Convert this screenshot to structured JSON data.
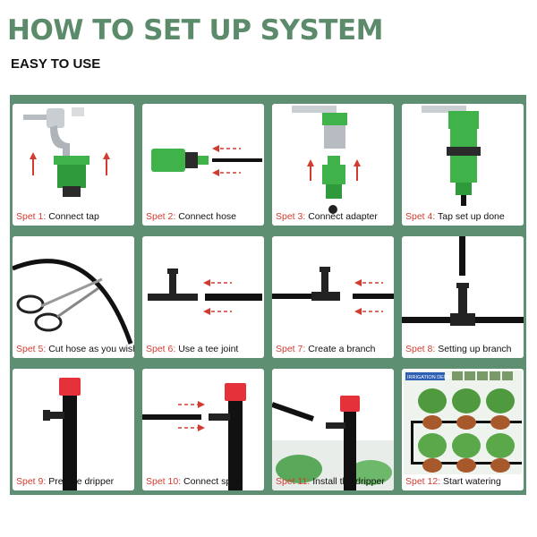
{
  "header": {
    "title": "HOW TO SET UP SYSTEM",
    "subtitle": "EASY TO USE"
  },
  "colors": {
    "title_green": "#5b8b6a",
    "board_green": "#5f8f72",
    "step_red": "#d23b2f",
    "connector_green": "#3fb24a",
    "dripper_red": "#e5323a"
  },
  "steps": [
    {
      "num": "Spet 1:",
      "text": "Connect tap",
      "icon": "faucet-with-connector"
    },
    {
      "num": "Spet 2:",
      "text": "Connect hose",
      "icon": "hose-to-connector"
    },
    {
      "num": "Spet 3:",
      "text": "Connect adapter",
      "icon": "faucet-adapter"
    },
    {
      "num": "Spet 4:",
      "text": "Tap set up done",
      "icon": "assembled-tap"
    },
    {
      "num": "Spet 5:",
      "text": "Cut hose as you wish",
      "icon": "scissors-hose"
    },
    {
      "num": "Spet 6:",
      "text": "Use a tee joint",
      "icon": "tee-joint"
    },
    {
      "num": "Spet 7:",
      "text": "Create a branch",
      "icon": "branch-tee"
    },
    {
      "num": "Spet 8:",
      "text": "Setting up branch",
      "icon": "branch-setup"
    },
    {
      "num": "Spet 9:",
      "text": "Prepare  dripper",
      "icon": "dripper"
    },
    {
      "num": "Spet 10:",
      "text": "Connect spike",
      "icon": "spike-connect"
    },
    {
      "num": "Spet 11:",
      "text": "Install the dripper",
      "icon": "install-dripper"
    },
    {
      "num": "Spet 12:",
      "text": "Start watering",
      "icon": "plants-watering"
    }
  ],
  "demo_label": "IRRIGATION DEMO"
}
